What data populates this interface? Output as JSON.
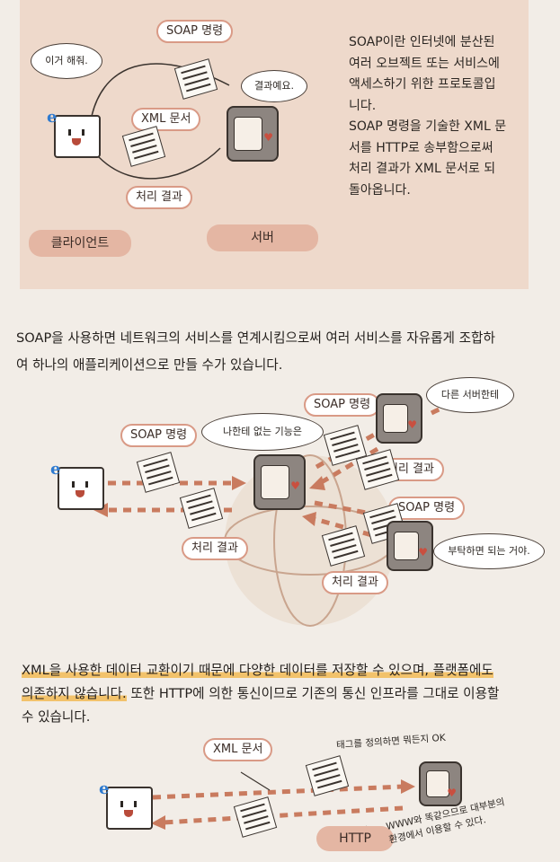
{
  "panel1": {
    "description_lines": [
      "SOAP이란 인터넷에 분산된",
      "여러 오브젝트 또는 서비스에",
      "액세스하기 위한 프로토콜입",
      "니다.",
      "SOAP 명령을 기술한 XML 문",
      "서를 HTTP로 송부함으로써",
      "처리 결과가 XML 문서로 되",
      "돌아옵니다."
    ],
    "label_soap": "SOAP 명령",
    "label_xml": "XML 문서",
    "label_result": "처리 결과",
    "client_pill": "클라이언트",
    "server_pill": "서버",
    "client_speech": "이거 해줘.",
    "server_speech": "결과예요."
  },
  "paragraph1": [
    "SOAP을 사용하면 네트워크의 서비스를 연계시킴으로써 여러 서비스를 자유롭게 조합하",
    "여 하나의 애플리케이션으로 만들 수가 있습니다."
  ],
  "diagram2": {
    "label_soap_left": "SOAP 명령",
    "label_soap_top": "SOAP 명령",
    "label_soap_right": "SOAP 명령",
    "label_result_left": "처리 결과",
    "label_result_right": "처리 결과",
    "label_result_bottom": "처리 결과",
    "center_speech": "나한테 없는 기능은",
    "top_speech": "다른 서버한테",
    "bottom_speech": "부탁하면 되는 거야."
  },
  "paragraph2": {
    "line1_a": "XML을 사용한 데이터 교환이기 때문에 다양한 데이터를 저장할 수 있으며, 플랫폼에도",
    "line2_pre": "의존하지 않습니다.",
    "line2_post": " 또한 HTTP에 의한 통신이므로 기존의 통신 인프라를 그대로 이용할",
    "line3": "수 있습니다."
  },
  "diagram3": {
    "label_xml": "XML 문서",
    "pill_http": "HTTP",
    "note_top": "태그를 정의하면 뭐든지 OK",
    "note_bottom_1": "WWW와 똑같으므로 대부분의",
    "note_bottom_2": "환경에서 이용할 수 있다."
  },
  "colors": {
    "panel_bg": "#eed9cb",
    "pill_bg": "#e4b6a3",
    "label_border": "#d99a86",
    "arrow": "#c97b5f",
    "highlight": "#f2c26b"
  }
}
